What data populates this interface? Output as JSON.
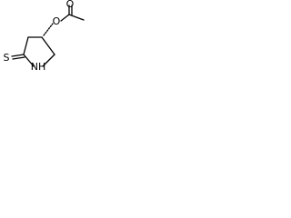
{
  "molecule": {
    "atoms": {
      "sulfur": "S",
      "nitrogen_hydrogen": "NH",
      "ring_oxygen": "O",
      "carbonyl_oxygen": "O"
    },
    "colors": {
      "bond": "#000000",
      "label": "#000000",
      "background": "#ffffff"
    }
  }
}
